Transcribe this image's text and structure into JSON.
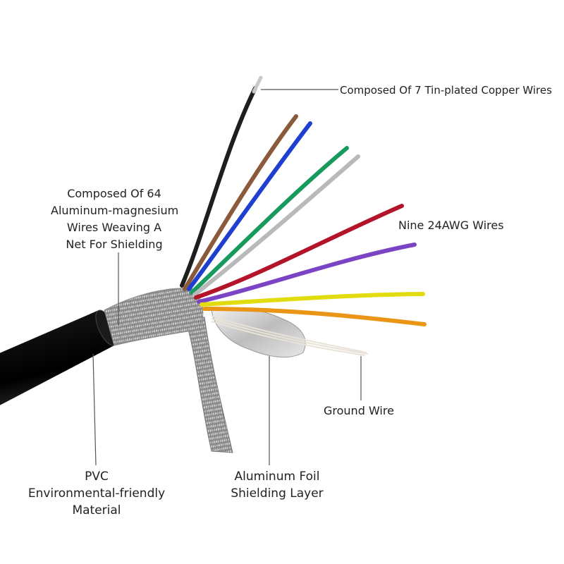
{
  "labels": {
    "copper": [
      "Composed Of 7 Tin-plated Copper Wires"
    ],
    "mesh": [
      "Composed Of 64",
      "Aluminum-magnesium",
      "Wires Weaving A",
      "Net For Shielding"
    ],
    "nine_wires": [
      "Nine 24AWG Wires"
    ],
    "ground": [
      "Ground Wire"
    ],
    "foil": [
      "Aluminum Foil",
      "Shielding Layer"
    ],
    "pvc": [
      "PVC",
      "Environmental-friendly",
      "Material"
    ]
  },
  "colors": {
    "jacket": "#111111",
    "wire_black": "#1e1e1e",
    "wire_brown": "#8a5a3b",
    "wire_blue": "#1f3fd1",
    "wire_green": "#179a5c",
    "wire_gray": "#b9b9b9",
    "wire_red": "#b3142a",
    "wire_purple": "#7a44c4",
    "wire_yellow": "#e2dc0f",
    "wire_orange": "#ea9515",
    "shield_silver": "#a9a9a9",
    "ground_strand": "#e9e2d6",
    "leader_line": "#555555"
  }
}
